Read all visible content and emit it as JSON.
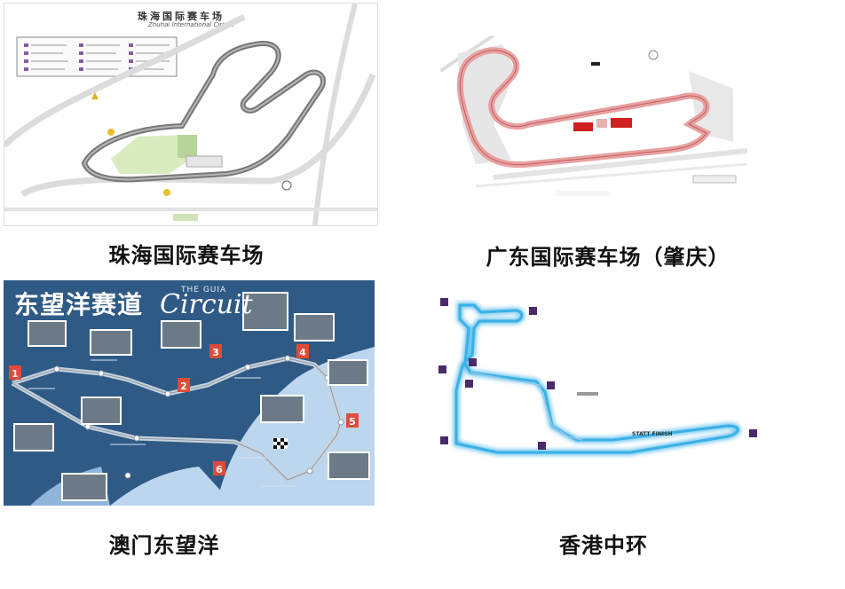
{
  "captions": {
    "zhuhai": "珠海国际赛车场",
    "guangdong": "广东国际赛车场（肇庆）",
    "macau": "澳门东望洋",
    "hongkong": "香港中环"
  },
  "zhuhai_map": {
    "title": "珠海国际赛车场",
    "subtitle": "Zhuhai International Circuit"
  },
  "macau_map": {
    "title": "东望洋赛道",
    "the_label": "THE GUIA",
    "circuit_label": "Circuit",
    "corner_numbers": [
      "1",
      "2",
      "3",
      "4",
      "5",
      "6"
    ]
  },
  "hk_map": {
    "labels": [
      "STATT FINISH"
    ]
  },
  "colors": {
    "macau_background": "#2f5a86",
    "hk_track": "#3ab0e8",
    "guangdong_track": "#e8a0a0",
    "zhuhai_track": "#777777",
    "marker_purple": "#4a2a6a"
  }
}
